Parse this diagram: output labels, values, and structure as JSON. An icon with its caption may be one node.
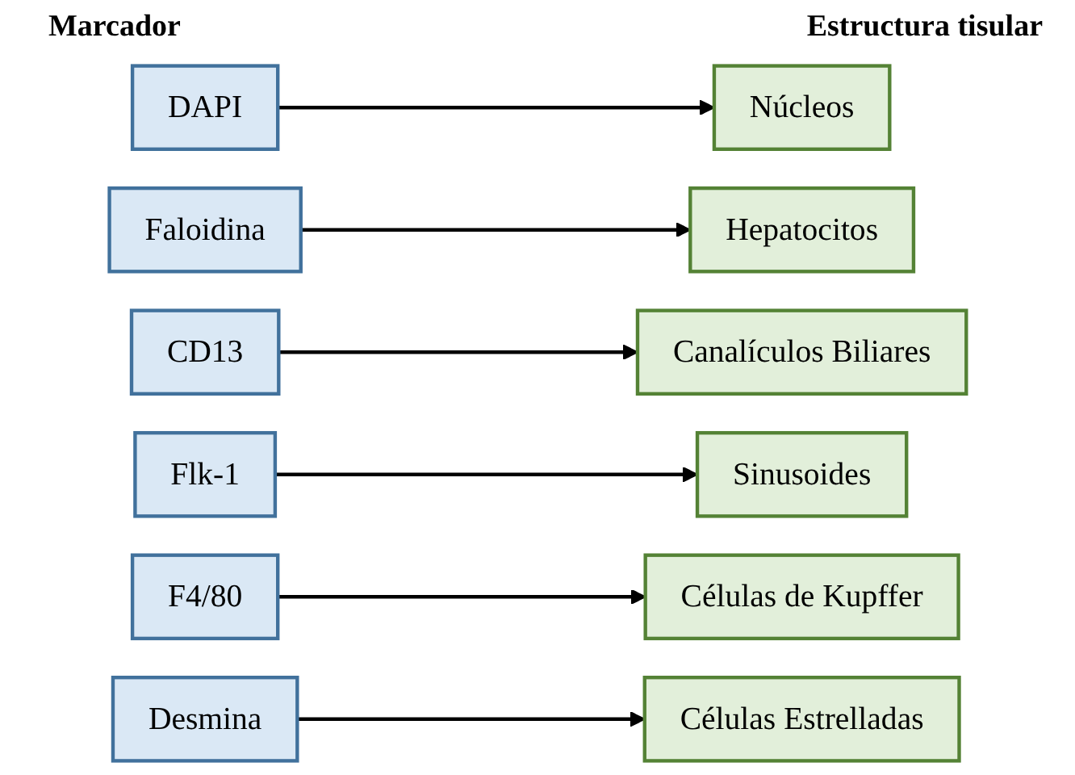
{
  "diagram": {
    "nodes": [
      {
        "text": [
          "DAPI"
        ]
      },
      {
        "text": [
          "Faloidina"
        ]
      },
      {
        "text": [
          "CD13"
        ]
      },
      {
        "text": [
          "Flk-1"
        ]
      },
      {
        "text": [
          "F4/80"
        ]
      },
      {
        "text": [
          "Desmina"
        ]
      },
      {
        "text": [
          "Núcleos"
        ]
      },
      {
        "text": [
          "Hepatocitos"
        ]
      },
      {
        "text": [
          "Canalículos Biliares"
        ]
      },
      {
        "text": [
          "Sinusoides"
        ]
      },
      {
        "text": [
          "Células de Kupffer"
        ]
      },
      {
        "text": [
          "Células Estrelladas"
        ]
      }
    ],
    "edges": [
      {
        "from": 0,
        "to": 6,
        "arrow": "to"
      },
      {
        "from": 1,
        "to": 7,
        "arrow": "to"
      },
      {
        "from": 2,
        "to": 8,
        "arrow": "to"
      },
      {
        "from": 3,
        "to": 9,
        "arrow": "to"
      },
      {
        "from": 4,
        "to": 10,
        "arrow": "to"
      },
      {
        "from": 5,
        "to": 11,
        "arrow": "to"
      }
    ],
    "labels": [
      "Marcador",
      "Estructura tisular"
    ]
  }
}
